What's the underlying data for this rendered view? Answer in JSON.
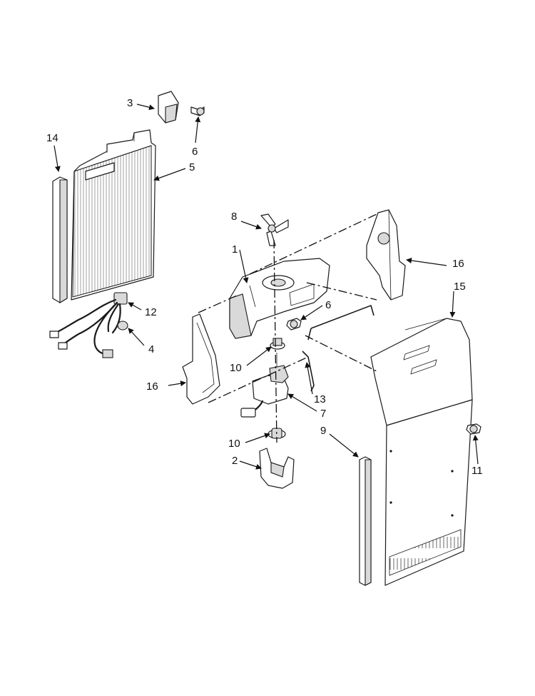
{
  "diagram": {
    "callouts": [
      {
        "id": "c3",
        "label": "3"
      },
      {
        "id": "c6a",
        "label": "6"
      },
      {
        "id": "c14",
        "label": "14"
      },
      {
        "id": "c5",
        "label": "5"
      },
      {
        "id": "c8",
        "label": "8"
      },
      {
        "id": "c1",
        "label": "1"
      },
      {
        "id": "c16a",
        "label": "16"
      },
      {
        "id": "c15",
        "label": "15"
      },
      {
        "id": "c12",
        "label": "12"
      },
      {
        "id": "c6b",
        "label": "6"
      },
      {
        "id": "c4",
        "label": "4"
      },
      {
        "id": "c10a",
        "label": "10"
      },
      {
        "id": "c16b",
        "label": "16"
      },
      {
        "id": "c13",
        "label": "13"
      },
      {
        "id": "c7",
        "label": "7"
      },
      {
        "id": "c10b",
        "label": "10"
      },
      {
        "id": "c9",
        "label": "9"
      },
      {
        "id": "c2",
        "label": "2"
      },
      {
        "id": "c11",
        "label": "11"
      }
    ]
  }
}
